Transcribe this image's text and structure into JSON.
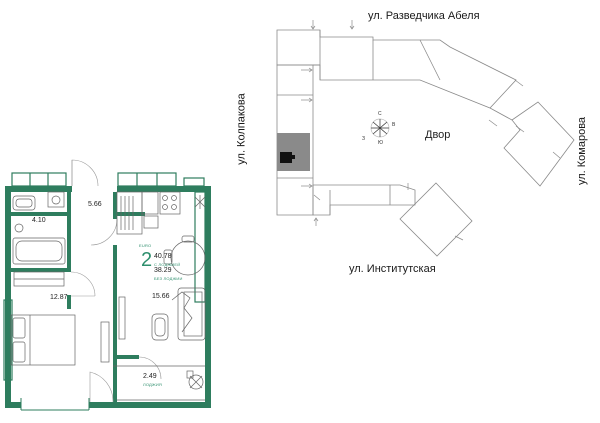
{
  "colors": {
    "wall": "#2e7d5e",
    "accent": "#2e8f6d",
    "line": "#999999",
    "building_line": "#8a8a8a",
    "highlight_section": "#8a8a8a",
    "text": "#222222"
  },
  "site_plan": {
    "streets": {
      "north": "ул. Разведчика Абеля",
      "west": "ул. Колпакова",
      "east": "ул. Комарова",
      "south": "ул. Институтская"
    },
    "courtyard_label": "Двор",
    "compass_icon": "compass-icon"
  },
  "floor_plan": {
    "type_label": "EURO",
    "rooms_count": "2",
    "total_area": "40.78",
    "total_area_caption": "С ЛОДЖИЕЙ",
    "living_area": "38.29",
    "living_area_caption": "БЕЗ ЛОДЖИИ",
    "rooms": {
      "bathroom": "4.10",
      "hall": "5.66",
      "bedroom": "12.87",
      "kitchen_living": "15.66",
      "loggia": "2.49",
      "loggia_caption": "ЛОДЖИЯ"
    }
  }
}
